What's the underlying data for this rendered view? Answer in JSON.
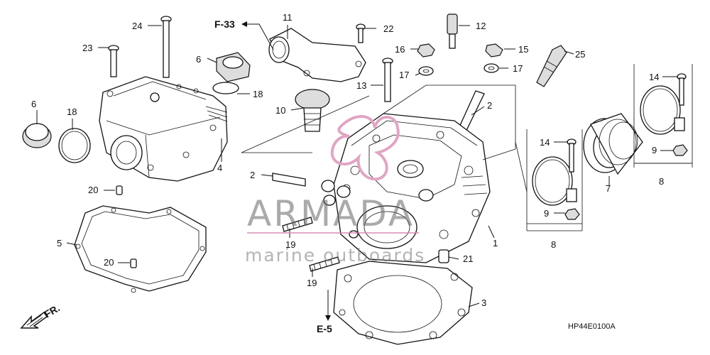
{
  "diagram": {
    "code": "HP44E0100A",
    "refs": {
      "f33": "F-33",
      "e5": "E-5",
      "fr": "FR."
    },
    "watermark": {
      "brand": "ARMADA",
      "tagline": "marine outboards"
    },
    "callouts": {
      "c1": "1",
      "c2a": "2",
      "c2b": "2",
      "c3": "3",
      "c4": "4",
      "c5": "5",
      "c6a": "6",
      "c6b": "6",
      "c7": "7",
      "c8a": "8",
      "c8b": "8",
      "c9a": "9",
      "c9b": "9",
      "c10": "10",
      "c11": "11",
      "c12": "12",
      "c13": "13",
      "c14a": "14",
      "c14b": "14",
      "c15": "15",
      "c16": "16",
      "c17a": "17",
      "c17b": "17",
      "c18a": "18",
      "c18b": "18",
      "c19a": "19",
      "c19b": "19",
      "c20a": "20",
      "c20b": "20",
      "c21": "21",
      "c22": "22",
      "c23": "23",
      "c24": "24",
      "c25": "25"
    }
  }
}
